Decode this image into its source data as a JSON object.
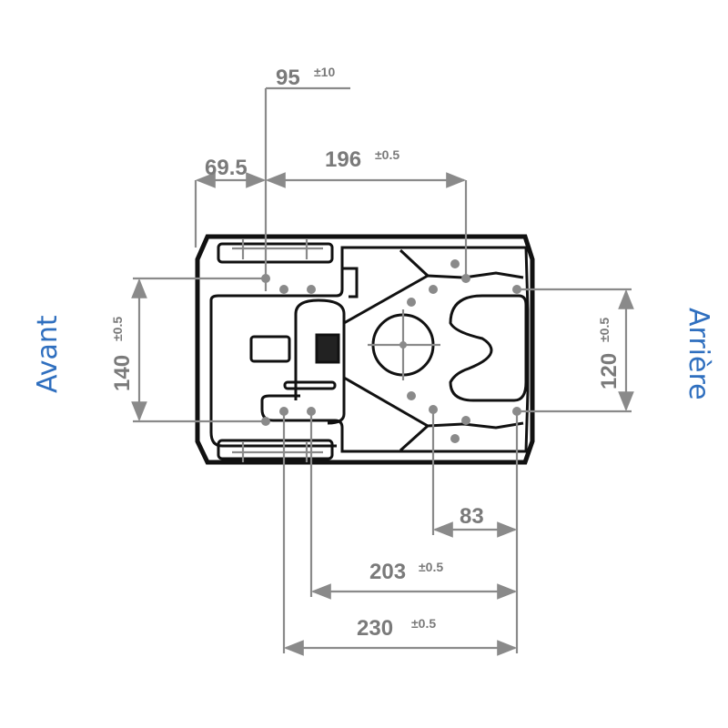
{
  "labels": {
    "front": "Avant",
    "rear": "Arrière"
  },
  "dimensions": [
    {
      "value": "95",
      "tolerance": "±10"
    },
    {
      "value": "69.5",
      "tolerance": ""
    },
    {
      "value": "196",
      "tolerance": "±0.5"
    },
    {
      "value": "140",
      "tolerance": "±0.5"
    },
    {
      "value": "120",
      "tolerance": "±0.5"
    },
    {
      "value": "83",
      "tolerance": ""
    },
    {
      "value": "203",
      "tolerance": "±0.5"
    },
    {
      "value": "230",
      "tolerance": "±0.5"
    }
  ],
  "colors": {
    "outline": "#111111",
    "dimension": "#8a8a8a",
    "label": "#2f6fbf"
  }
}
